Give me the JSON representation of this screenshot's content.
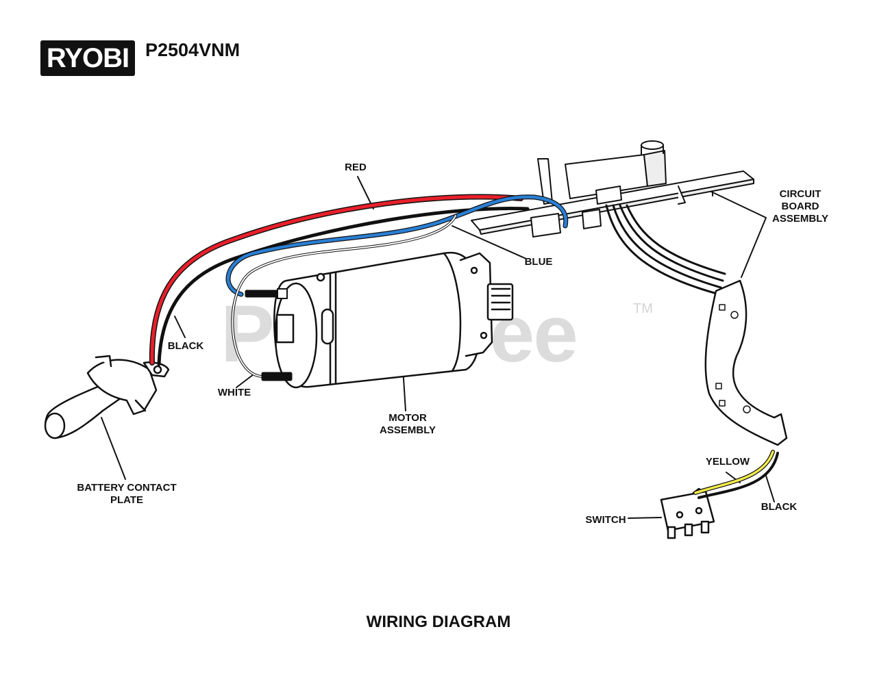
{
  "header": {
    "brand": "RYOBI",
    "model": "P2504VNM"
  },
  "watermark": {
    "text": "PartsTree",
    "tm": "TM"
  },
  "diagram_title": "WIRING DIAGRAM",
  "labels": {
    "red": "RED",
    "circuit_board_l1": "CIRCUIT",
    "circuit_board_l2": "BOARD",
    "circuit_board_l3": "ASSEMBLY",
    "blue": "BLUE",
    "black_left": "BLACK",
    "white": "WHITE",
    "motor_l1": "MOTOR",
    "motor_l2": "ASSEMBLY",
    "battery_l1": "BATTERY CONTACT",
    "battery_l2": "PLATE",
    "yellow": "YELLOW",
    "black_right": "BLACK",
    "switch": "SWITCH"
  },
  "colors": {
    "wire_red": "#e8202a",
    "wire_black": "#111111",
    "wire_blue": "#2a7fd4",
    "wire_white": "#ffffff",
    "wire_yellow": "#f2ec4a"
  }
}
